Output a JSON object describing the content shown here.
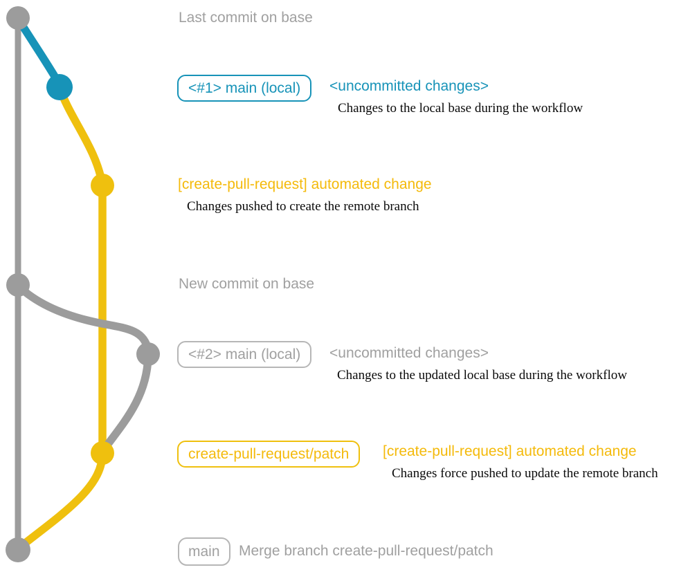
{
  "colors": {
    "gray_line": "#9c9c9c",
    "gray_text": "#a0a0a0",
    "gray_border": "#b6b6b6",
    "blue": "#1793b8",
    "yellow": "#efc00e",
    "yellow_text": "#f4ba0b",
    "note_text": "#0a0a0a"
  },
  "graph": {
    "dots": [
      {
        "name": "last-commit-on-base-dot",
        "color": "gray"
      },
      {
        "name": "local-main-commit-1-dot",
        "color": "blue"
      },
      {
        "name": "remote-patch-commit-1-dot",
        "color": "yellow"
      },
      {
        "name": "new-commit-on-base-dot",
        "color": "gray"
      },
      {
        "name": "local-main-commit-2-dot",
        "color": "gray"
      },
      {
        "name": "remote-patch-commit-2-dot",
        "color": "yellow"
      },
      {
        "name": "merge-commit-dot",
        "color": "gray"
      }
    ]
  },
  "rows": {
    "r1": {
      "label": "Last commit on base"
    },
    "r2": {
      "badge": "<#1> main (local)",
      "title": "<uncommitted changes>",
      "note": "Changes to the local base during the workflow"
    },
    "r3": {
      "title": "[create-pull-request] automated change",
      "note": "Changes pushed to create the remote branch"
    },
    "r4": {
      "label": "New commit on base"
    },
    "r5": {
      "badge": "<#2> main (local)",
      "title": "<uncommitted changes>",
      "note": "Changes to the updated local base during the workflow"
    },
    "r6": {
      "badge": "create-pull-request/patch",
      "title": "[create-pull-request] automated change",
      "note": "Changes force pushed to update the remote branch"
    },
    "r7": {
      "badge": "main",
      "title": "Merge branch create-pull-request/patch"
    }
  }
}
